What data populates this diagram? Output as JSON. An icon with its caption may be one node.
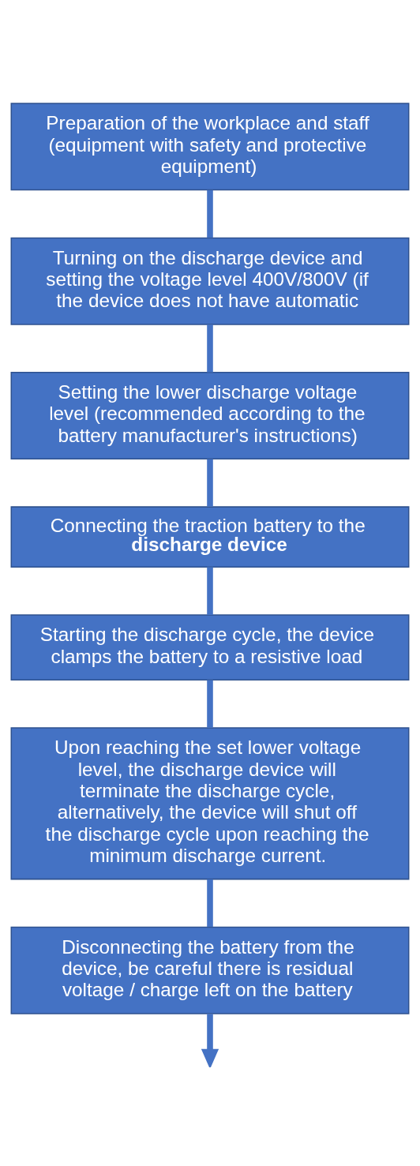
{
  "diagram": {
    "nodes": [
      {
        "text": [
          "Preparation of the workplace and staff (equipment with safety and protective equipment)"
        ]
      },
      {
        "text": [
          "Turning on the discharge device and setting the voltage level 400V/800V (if the device does not have automatic"
        ]
      },
      {
        "text": [
          "Setting the lower discharge voltage level (recommended according to the battery manufacturer's instructions)"
        ]
      },
      {
        "text": [
          "Connecting the traction battery to the **discharge device**"
        ]
      },
      {
        "text": [
          "Starting the discharge cycle, the device clamps the battery to a resistive load"
        ]
      },
      {
        "text": [
          "Upon reaching the set lower voltage level, the discharge device will terminate the discharge cycle, alternatively, the device will shut off the discharge cycle upon reaching the minimum discharge current."
        ]
      },
      {
        "text": [
          "Disconnecting the battery from the device, be careful there is residual voltage / charge left on the battery"
        ]
      }
    ],
    "edges": [
      {
        "from": 0,
        "to": 1,
        "arrow": "none"
      },
      {
        "from": 1,
        "to": 2,
        "arrow": "none"
      },
      {
        "from": 2,
        "to": 3,
        "arrow": "none"
      },
      {
        "from": 3,
        "to": 4,
        "arrow": "none"
      },
      {
        "from": 4,
        "to": 5,
        "arrow": "none"
      },
      {
        "from": 5,
        "to": 6,
        "arrow": "none"
      },
      {
        "from": 6,
        "to": null,
        "arrow": "to"
      }
    ]
  }
}
